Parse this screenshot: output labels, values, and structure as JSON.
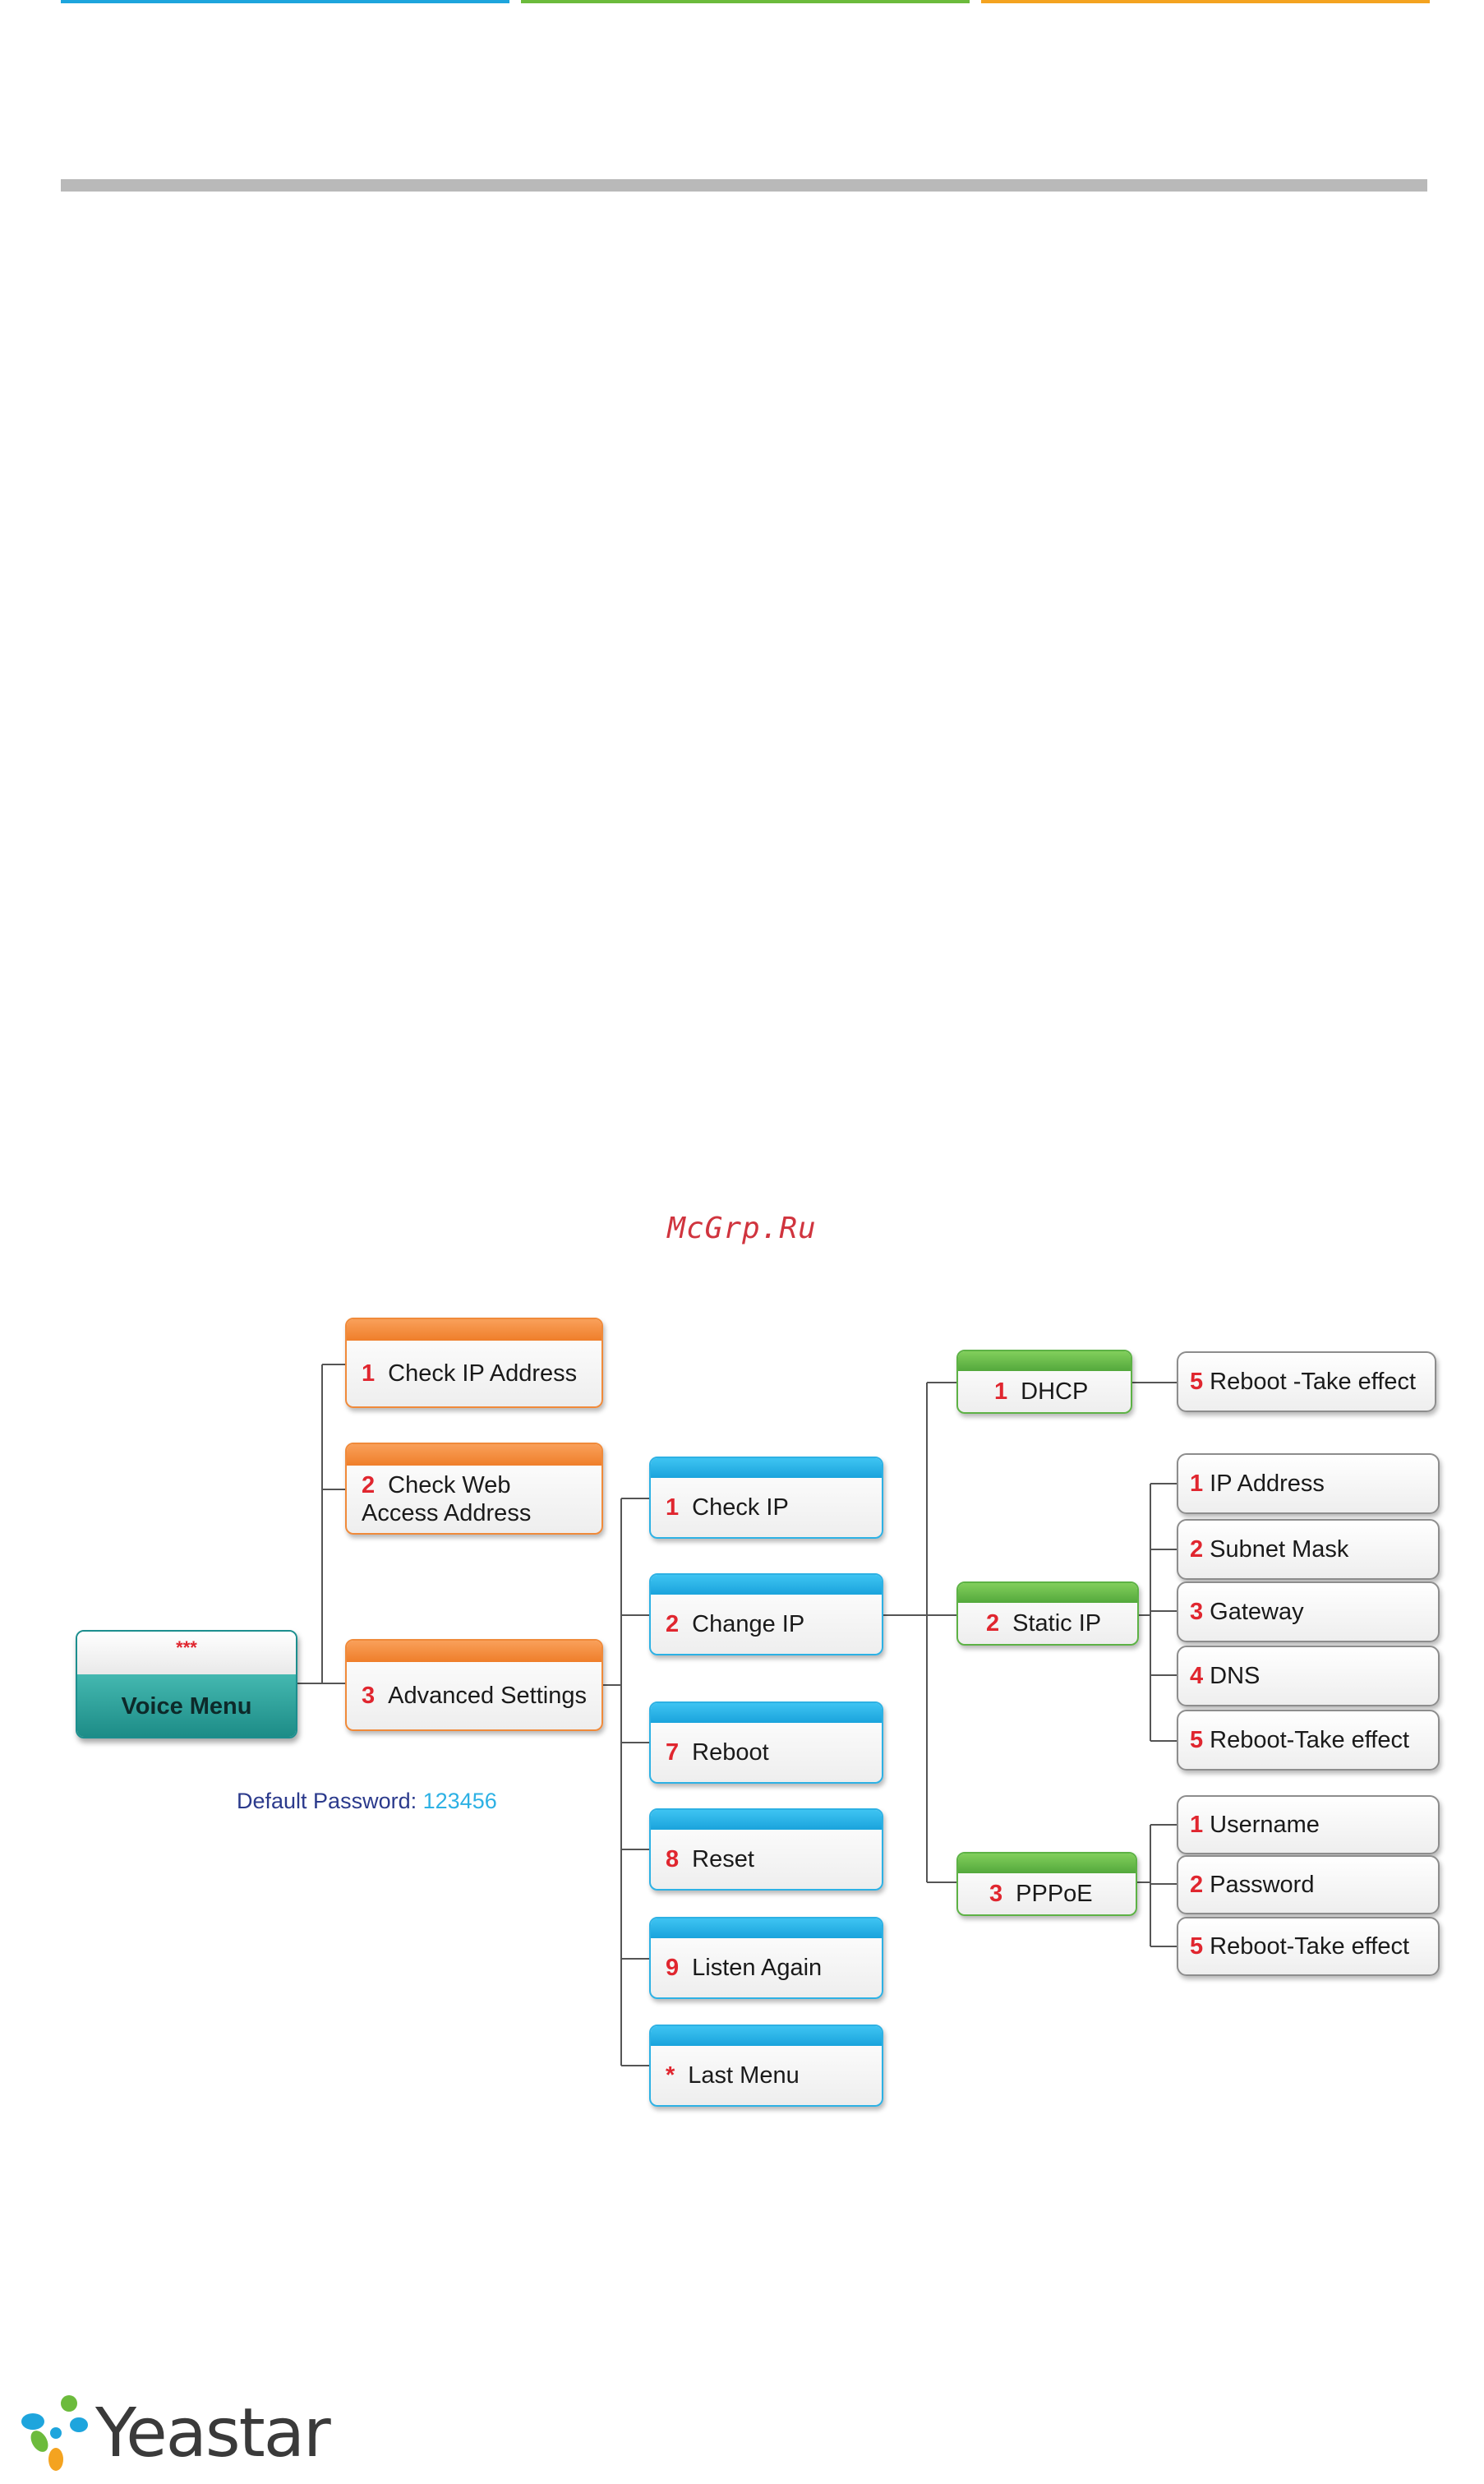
{
  "header": {
    "bar_colors": [
      "#1ea5dd",
      "#6cbb3c",
      "#f4a320"
    ]
  },
  "watermark": "McGrp.Ru",
  "diagram": {
    "root": {
      "stars": "***",
      "label": "Voice Menu"
    },
    "password": {
      "label": "Default Password:",
      "value": "123456"
    },
    "level1": [
      {
        "num": "1",
        "label": "Check IP Address"
      },
      {
        "num": "2",
        "label": "Check Web",
        "label2": "Access Address"
      },
      {
        "num": "3",
        "label": "Advanced Settings"
      }
    ],
    "level2": [
      {
        "num": "1",
        "label": "Check IP"
      },
      {
        "num": "2",
        "label": "Change IP"
      },
      {
        "num": "7",
        "label": "Reboot"
      },
      {
        "num": "8",
        "label": "Reset"
      },
      {
        "num": "9",
        "label": "Listen Again"
      },
      {
        "num": "*",
        "label": "Last Menu"
      }
    ],
    "level3": [
      {
        "num": "1",
        "label": "DHCP"
      },
      {
        "num": "2",
        "label": "Static IP"
      },
      {
        "num": "3",
        "label": "PPPoE"
      }
    ],
    "dhcp_items": [
      {
        "num": "5",
        "label": "Reboot -Take effect"
      }
    ],
    "static_items": [
      {
        "num": "1",
        "label": "IP Address"
      },
      {
        "num": "2",
        "label": "Subnet Mask"
      },
      {
        "num": "3",
        "label": "Gateway"
      },
      {
        "num": "4",
        "label": "DNS"
      },
      {
        "num": "5",
        "label": "Reboot-Take effect"
      }
    ],
    "pppoe_items": [
      {
        "num": "1",
        "label": "Username"
      },
      {
        "num": "2",
        "label": "Password"
      },
      {
        "num": "5",
        "label": "Reboot-Take effect"
      }
    ]
  },
  "footer": {
    "brand": "Yeastar",
    "icon": "yeastar-logo-icon"
  }
}
